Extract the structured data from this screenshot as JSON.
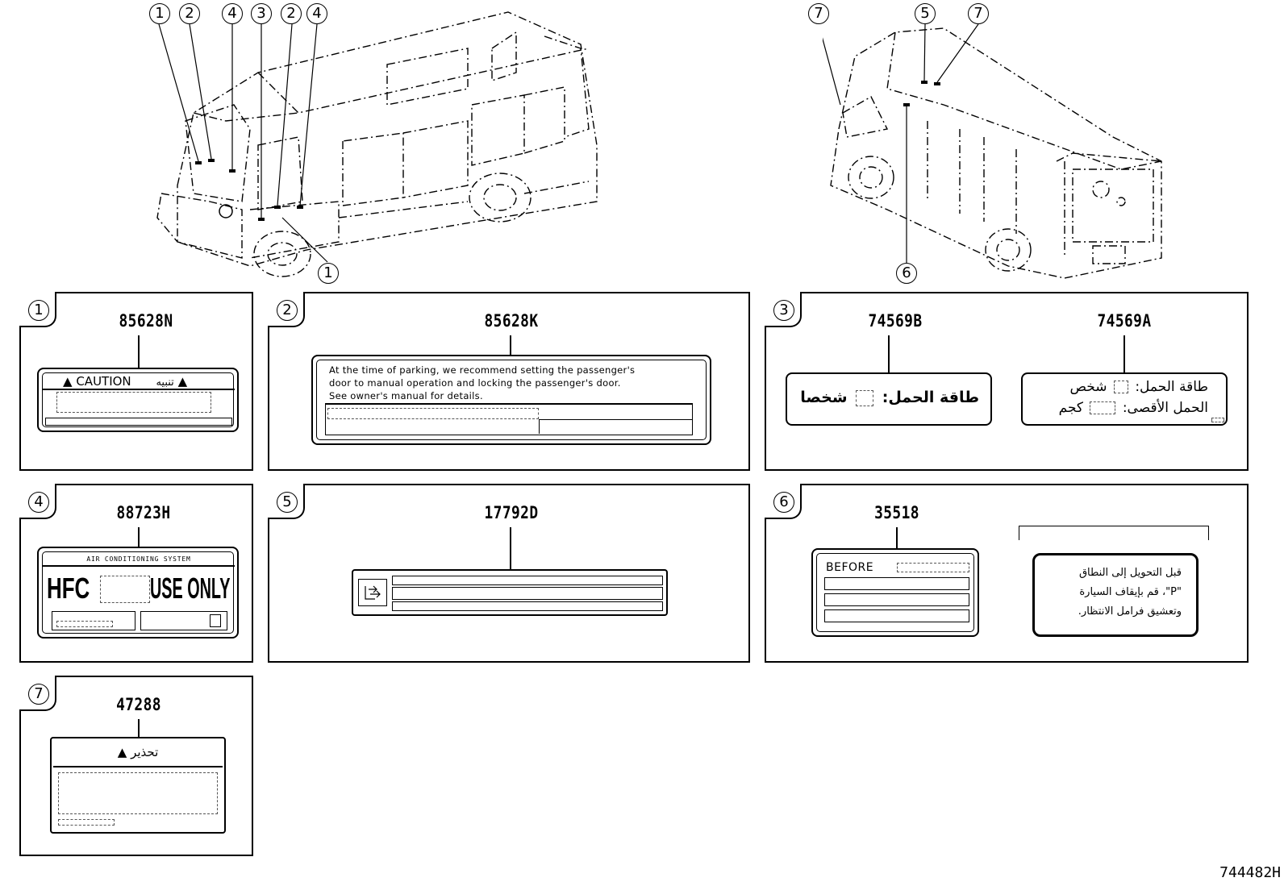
{
  "diagram_code": "744482H",
  "callouts": {
    "front_top": [
      "1",
      "2",
      "4",
      "3",
      "2",
      "4"
    ],
    "front_bottom": "1",
    "rear_top": [
      "7",
      "5",
      "7"
    ],
    "rear_bottom": "6"
  },
  "panels": [
    {
      "num": "1",
      "part": "85628N",
      "texts": {
        "caution": "CAUTION",
        "arabic": "تنبيه"
      }
    },
    {
      "num": "2",
      "part": "85628K",
      "texts": {
        "line1": "At the time of parking, we recommend setting the passenger's",
        "line2": "door to manual operation and locking the passenger's door.",
        "line3": "See owner's manual for details."
      }
    },
    {
      "num": "3",
      "parts": [
        "74569B",
        "74569A"
      ],
      "texts": {
        "b_text_pre": "طاقة الحمل:",
        "b_text_post": "شخصا",
        "a_line1_pre": "طاقة الحمل:",
        "a_line1_post": "شخص",
        "a_line2_pre": "الحمل الأقصى:",
        "a_line2_post": "كجم"
      }
    },
    {
      "num": "4",
      "part": "88723H",
      "texts": {
        "header": "AIR CONDITIONING SYSTEM",
        "hfc": "HFC",
        "use_only": "USE ONLY"
      }
    },
    {
      "num": "5",
      "part": "17792D",
      "texts": {}
    },
    {
      "num": "6",
      "part": "35518",
      "texts": {
        "before": "BEFORE",
        "ar1": "قبل التحويل إلى النطاق",
        "ar2": "\"P\"، قم بإيقاف السيارة",
        "ar3": "وتعشيق فرامل الانتظار."
      }
    },
    {
      "num": "7",
      "part": "47288",
      "texts": {
        "warning": "تحذير"
      }
    }
  ],
  "icons": [
    "warning-triangle-icon",
    "seat-adjust-icon"
  ]
}
